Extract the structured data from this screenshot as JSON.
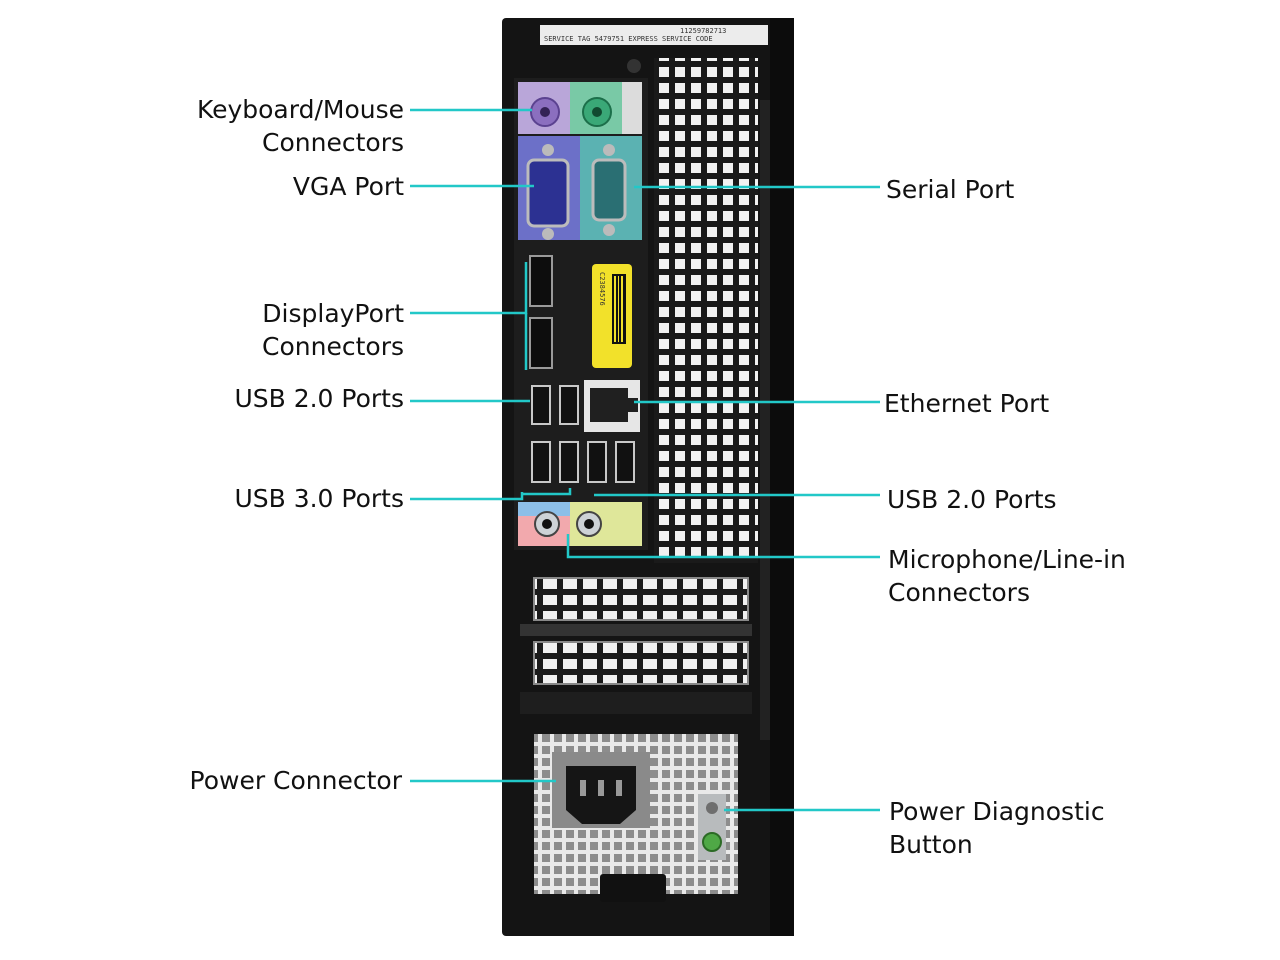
{
  "sticker": {
    "left_text": "SERVICE   TAG 5479751   EXPRESS SERVICE CODE",
    "right_text": "11259782713"
  },
  "barcode_label": "C2384576",
  "accent_color": "#22c8c8",
  "callouts": {
    "keyboard_mouse": {
      "line1": "Keyboard/Mouse",
      "line2": "Connectors"
    },
    "vga": {
      "line1": "VGA Port"
    },
    "displayport": {
      "line1": "DisplayPort",
      "line2": "Connectors"
    },
    "usb2_left": {
      "line1": "USB 2.0 Ports"
    },
    "usb3": {
      "line1": "USB 3.0 Ports"
    },
    "power_connector": {
      "line1": "Power Connector"
    },
    "serial": {
      "line1": "Serial Port"
    },
    "ethernet": {
      "line1": "Ethernet Port"
    },
    "usb2_right": {
      "line1": "USB 2.0 Ports"
    },
    "microphone": {
      "line1": "Microphone/Line-in",
      "line2": "Connectors"
    },
    "power_diag": {
      "line1": "Power Diagnostic",
      "line2": "Button"
    }
  }
}
